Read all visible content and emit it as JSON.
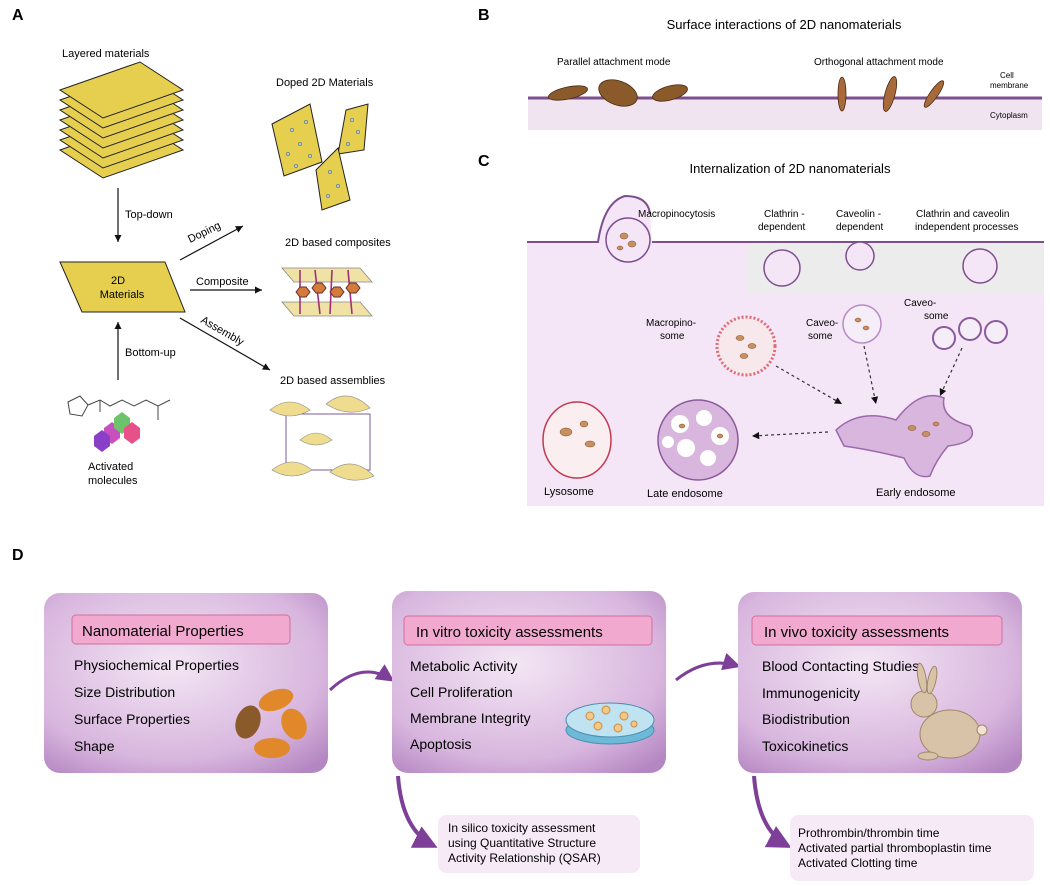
{
  "panel_a": {
    "letter": "A",
    "layered_materials": "Layered materials",
    "doped_2d": "Doped 2D Materials",
    "top_down": "Top-down",
    "doping": "Doping",
    "center_line1": "2D",
    "center_line2": "Materials",
    "composites_title": "2D based composites",
    "composite": "Composite",
    "assembly": "Assembly",
    "bottom_up": "Bottom-up",
    "assemblies_title": "2D based assemblies",
    "activated_line1": "Activated",
    "activated_line2": "molecules"
  },
  "panel_b": {
    "letter": "B",
    "title": "Surface interactions of 2D nanomaterials",
    "parallel": "Parallel attachment mode",
    "orthogonal": "Orthogonal attachment mode",
    "cell_line1": "Cell",
    "cell_line2": "membrane",
    "cytoplasm": "Cytoplasm"
  },
  "panel_c": {
    "letter": "C",
    "title": "Internalization of 2D nanomaterials",
    "macropinocytosis": "Macropinocytosis",
    "clathrin_1": "Clathrin -",
    "clathrin_2": "dependent",
    "caveolin_1": "Caveolin -",
    "caveolin_2": "dependent",
    "indep_1": "Clathrin and caveolin",
    "indep_2": "independent processes",
    "macropino_1": "Macropino-",
    "macropino_2": "some",
    "caveo_a_1": "Caveo-",
    "caveo_a_2": "some",
    "caveo_b_1": "Caveo-",
    "caveo_b_2": "some",
    "lysosome": "Lysosome",
    "late_endosome": "Late endosome",
    "early_endosome": "Early endosome"
  },
  "panel_d": {
    "letter": "D",
    "box1": {
      "title": "Nanomaterial Properties",
      "items": [
        "Physiochemical Properties",
        "Size Distribution",
        "Surface Properties",
        "Shape"
      ]
    },
    "box2": {
      "title": "In vitro toxicity assessments",
      "items": [
        "Metabolic Activity",
        "Cell Proliferation",
        "Membrane Integrity",
        "Apoptosis"
      ]
    },
    "box3": {
      "title": "In vivo toxicity assessments",
      "items": [
        "Blood Contacting Studies",
        "Immunogenicity",
        "Biodistribution",
        "Toxicokinetics"
      ]
    },
    "silico": [
      "In silico toxicity assessment",
      "using Quantitative Structure",
      "Activity Relationship (QSAR)"
    ],
    "clotting": [
      "Prothrombin/thrombin time",
      "Activated partial thromboplastin time",
      "Activated Clotting time"
    ]
  },
  "colors": {
    "sheet_yellow": "#e6cf4f",
    "membrane_purple": "#7e4f8f",
    "cytoplasm_pink": "#f1e4f1",
    "box_purple": "#c49bd0",
    "title_pink": "#f2a9d0",
    "arrow_purple": "#7d3f98",
    "particle_brown": "#a0522d",
    "particle_orange": "#e0882a"
  }
}
